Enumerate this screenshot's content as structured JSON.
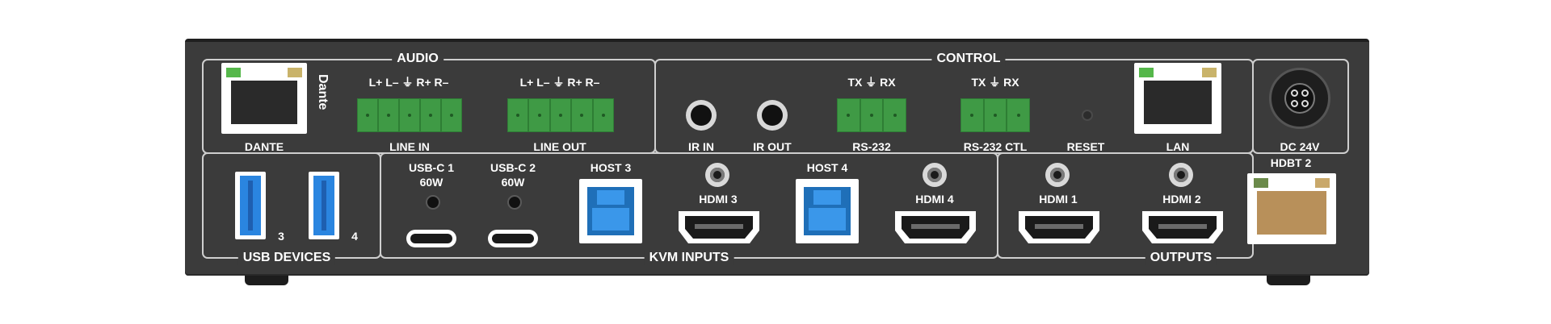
{
  "device": {
    "panel": "rear",
    "sections": {
      "audio": "AUDIO",
      "control": "CONTROL",
      "usb_devices": "USB DEVICES",
      "kvm_inputs": "KVM INPUTS",
      "outputs": "OUTPUTS"
    },
    "ports": {
      "dante": "DANTE",
      "line_in": "LINE IN",
      "line_in_pins": "L+ L– ⏚ R+ R–",
      "line_out": "LINE OUT",
      "line_out_pins": "L+ L– ⏚ R+ R–",
      "ir_in": "IR IN",
      "ir_out": "IR OUT",
      "rs232": "RS-232",
      "rs232_pins": "TX ⏚ RX",
      "rs232_ctl": "RS-232 CTL",
      "rs232_ctl_pins": "TX ⏚ RX",
      "reset": "RESET",
      "lan": "LAN",
      "dc": "DC 24V",
      "usb3": "3",
      "usb4": "4",
      "usbc1_name": "USB-C 1",
      "usbc1_power": "60W",
      "usbc2_name": "USB-C 2",
      "usbc2_power": "60W",
      "host3": "HOST 3",
      "hdmi3": "HDMI 3",
      "host4": "HOST 4",
      "hdmi4": "HDMI 4",
      "hdmi1": "HDMI 1",
      "hdmi2": "HDMI 2",
      "hdbt2": "HDBT 2"
    },
    "brand": {
      "dante_logo": "Dante"
    },
    "colors": {
      "chassis": "#3b3b3b",
      "terminal": "#3f9a45",
      "usb_blue": "#2a85e0",
      "hdbt_copper": "#b8905a"
    }
  }
}
